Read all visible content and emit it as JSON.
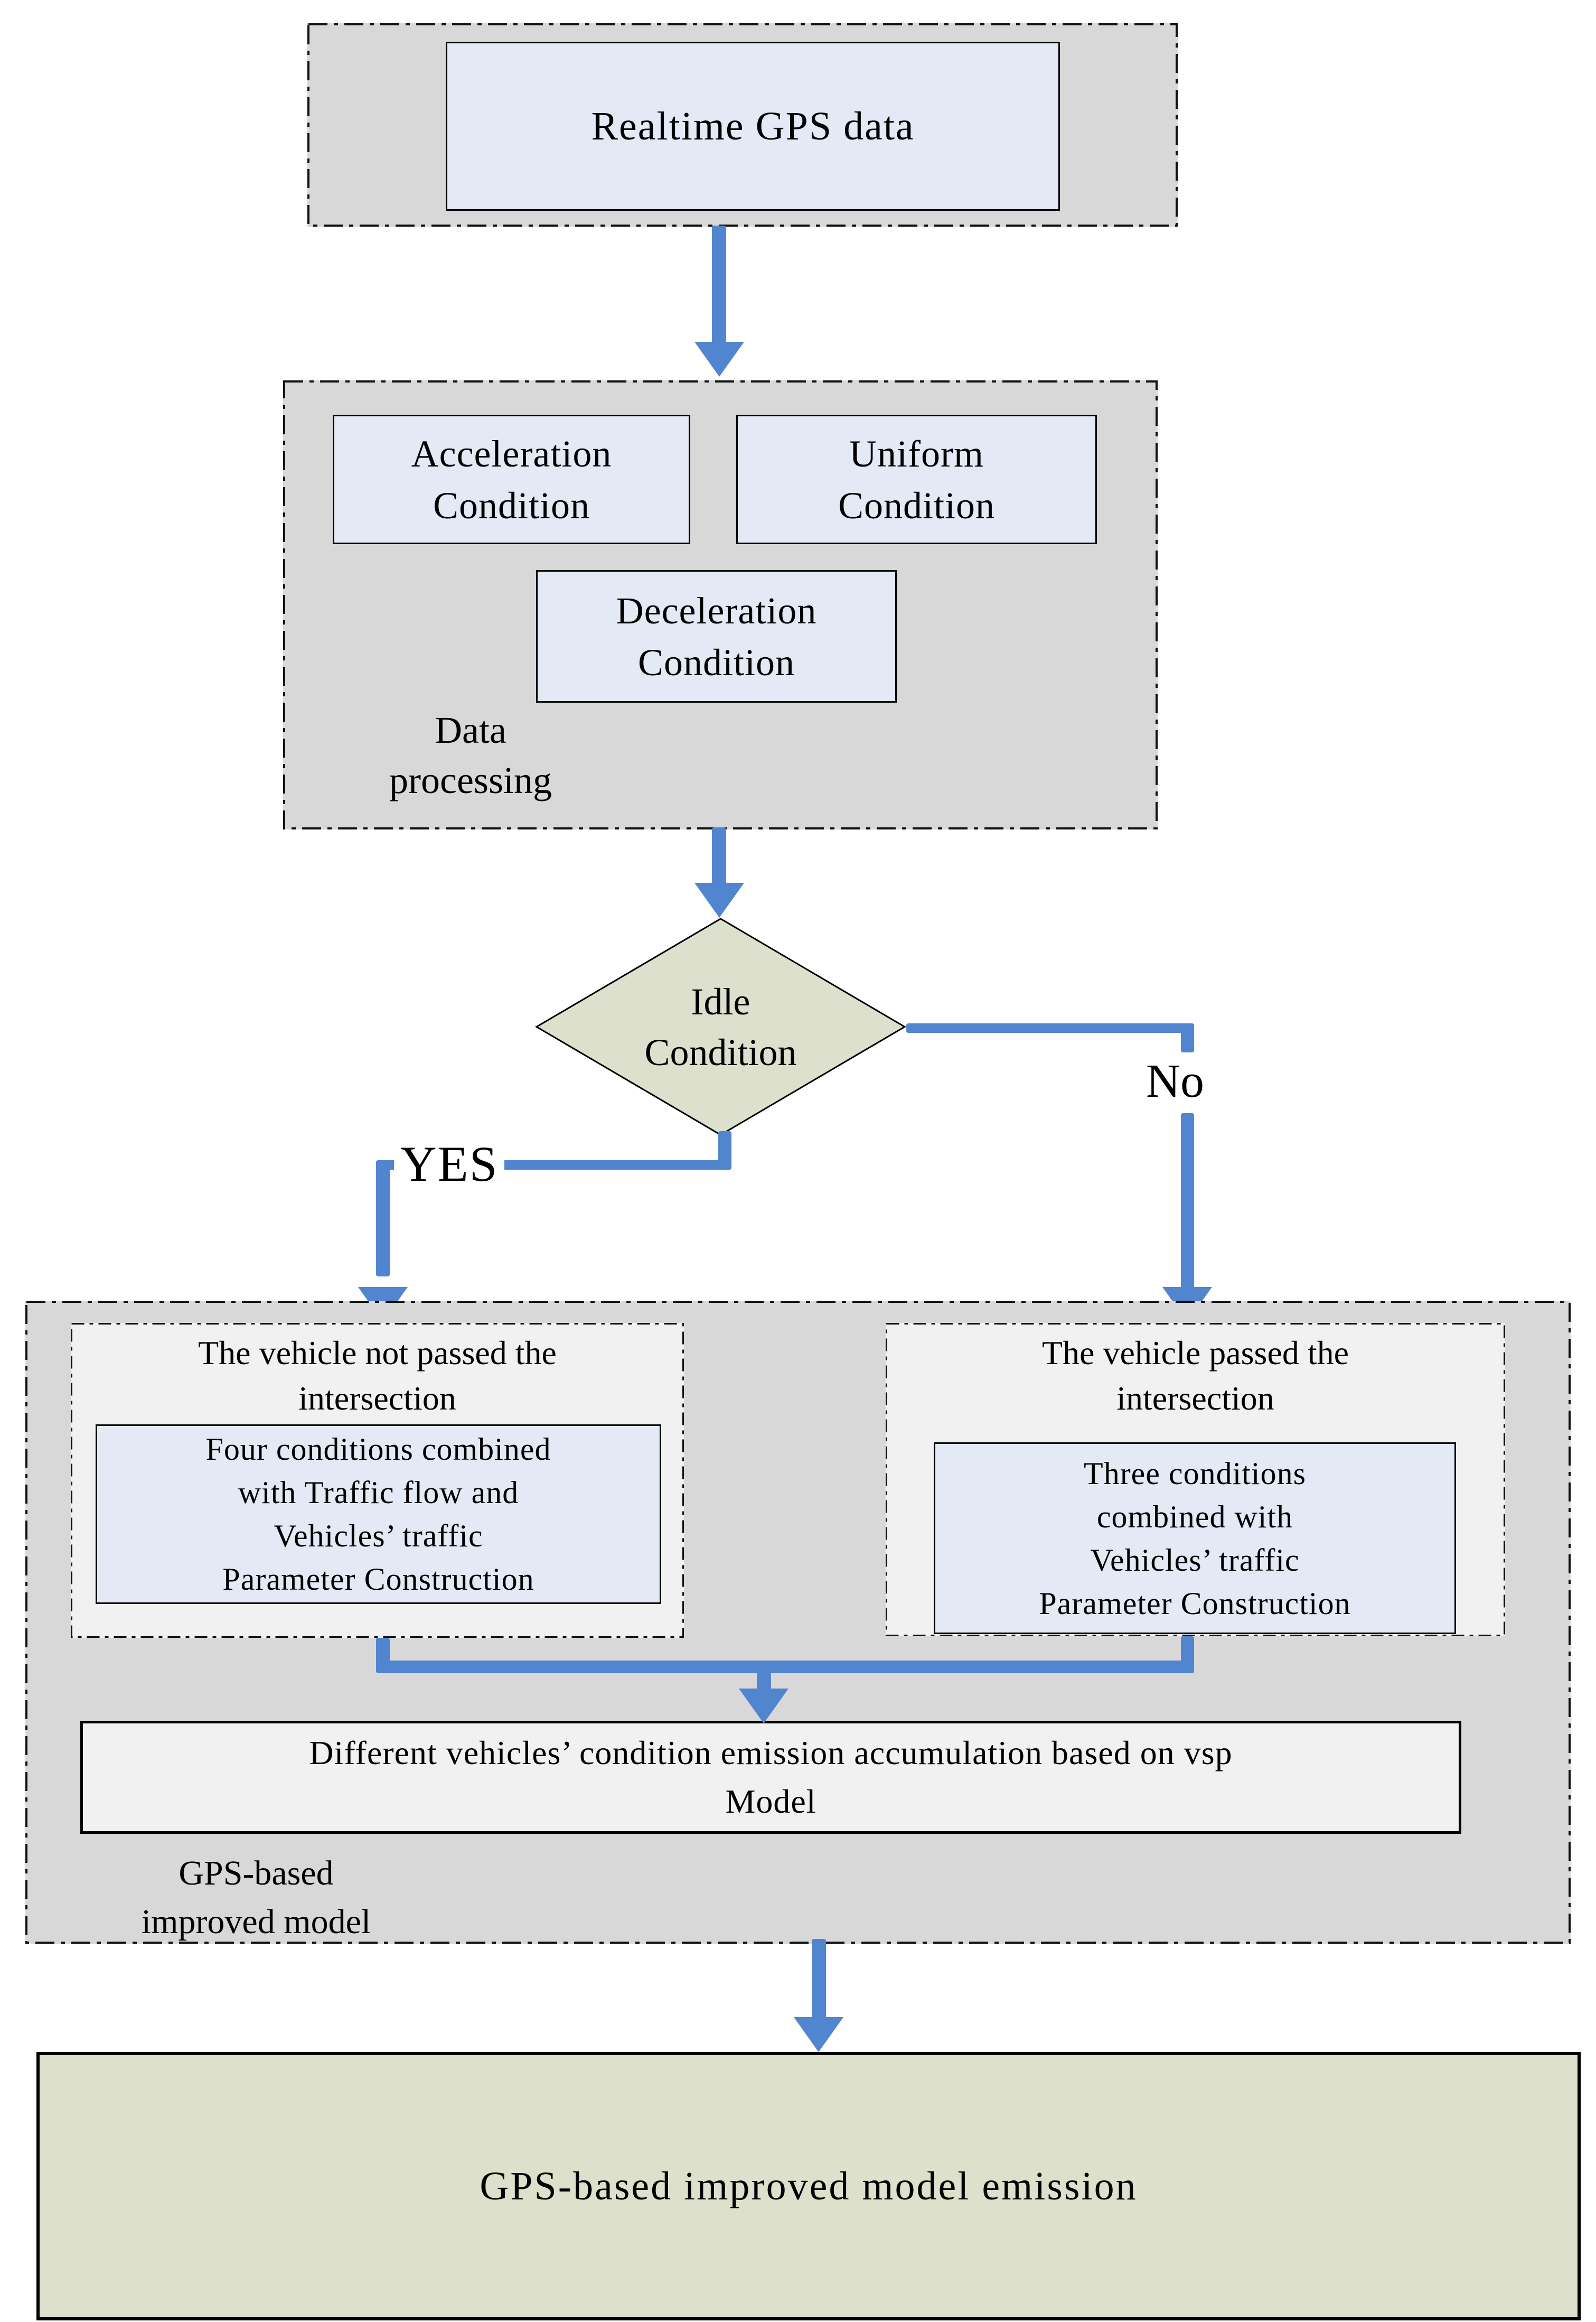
{
  "colors": {
    "arrow-blue": "#5285d0",
    "container-gray": "#d8d8d8",
    "box-blue": "#e4eaf5",
    "olive-fill": "#dce0cd",
    "green-fill": "#dde1cc",
    "subbox-gray": "#f1f1f1"
  },
  "flowchart": {
    "source": {
      "label": "Realtime GPS data"
    },
    "processing": {
      "acceleration": "Acceleration\nCondition",
      "uniform": "Uniform\nCondition",
      "deceleration": "Deceleration\nCondition",
      "section_label": "Data\nprocessing"
    },
    "decision": {
      "label": "Idle\nCondition",
      "yes": "YES",
      "no": "No"
    },
    "not_passed": {
      "title": "The vehicle not passed the\nintersection",
      "detail": "Four conditions combined\nwith Traffic flow and\nVehicles’ traffic\nParameter Construction"
    },
    "passed": {
      "title": "The vehicle passed the\nintersection",
      "detail": "Three conditions\ncombined with\nVehicles’ traffic\nParameter Construction"
    },
    "merge": {
      "label": "Different vehicles’ condition emission accumulation based on vsp\nModel"
    },
    "model_label": "GPS-based\nimproved model",
    "output": {
      "label": "GPS-based improved model emission"
    }
  }
}
